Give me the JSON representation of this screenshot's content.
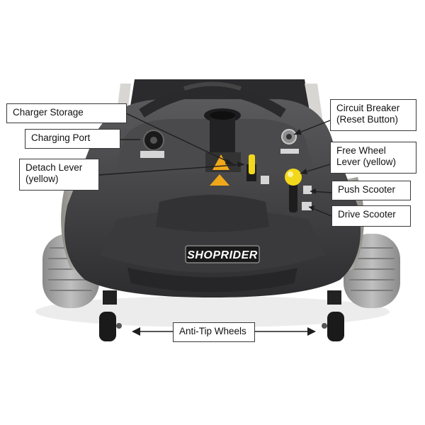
{
  "brand": "SHOPRIDER",
  "labels": {
    "charger_storage": "Charger Storage",
    "charging_port": "Charging Port",
    "detach_lever": "Detach Lever\n(yellow)",
    "circuit_breaker": "Circuit Breaker\n(Reset Button)",
    "free_wheel_lever": "Free Wheel\nLever (yellow)",
    "push_scooter": "Push Scooter",
    "drive_scooter": "Drive Scooter",
    "anti_tip_wheels": "Anti-Tip Wheels"
  },
  "colors": {
    "lever": "#f2d81c",
    "body": "#3f3f41",
    "silver": "#b9b7b1",
    "tire": "#a3a3a3",
    "warning": "#f0a81a"
  }
}
